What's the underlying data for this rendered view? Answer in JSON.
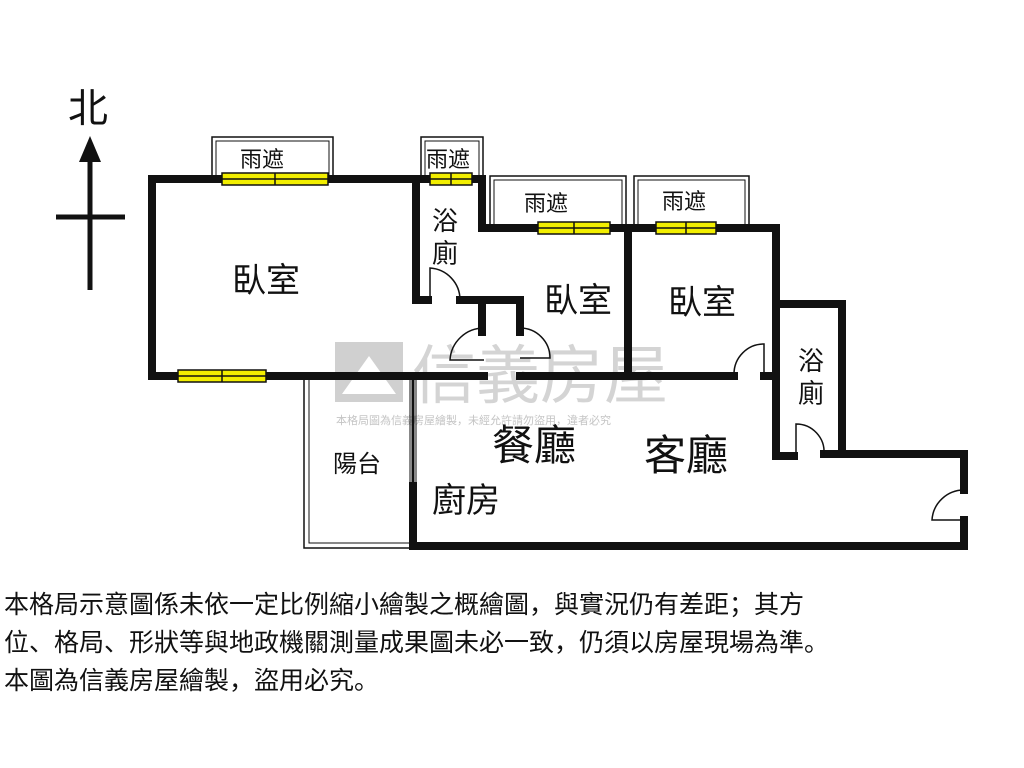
{
  "compass": {
    "label": "北"
  },
  "awnings": [
    "雨遮",
    "雨遮",
    "雨遮",
    "雨遮"
  ],
  "rooms": {
    "bedroom_1": "臥室",
    "bedroom_2": "臥室",
    "bedroom_3": "臥室",
    "bath_1": "浴\n廁",
    "bath_2": "浴\n廁",
    "balcony": "陽台",
    "dining": "餐廳",
    "living": "客廳",
    "kitchen": "廚房"
  },
  "watermark": {
    "brand": "信義房屋",
    "notice": "本格局圖為信義房屋繪製，未經允許請勿盜用，違者必究"
  },
  "disclaimer": {
    "line1": "本格局示意圖係未依一定比例縮小繪製之概繪圖，與實況仍有差距；其方",
    "line2": "位、格局、形狀等與地政機關測量成果圖未必一致，仍須以房屋現場為準。",
    "line3": "本圖為信義房屋繪製，盜用必究。"
  },
  "colors": {
    "wall": "#111111",
    "window_fill": "#f2ee00",
    "watermark": "#d4d4d4",
    "watermark_logo": "#cfcfcf"
  }
}
